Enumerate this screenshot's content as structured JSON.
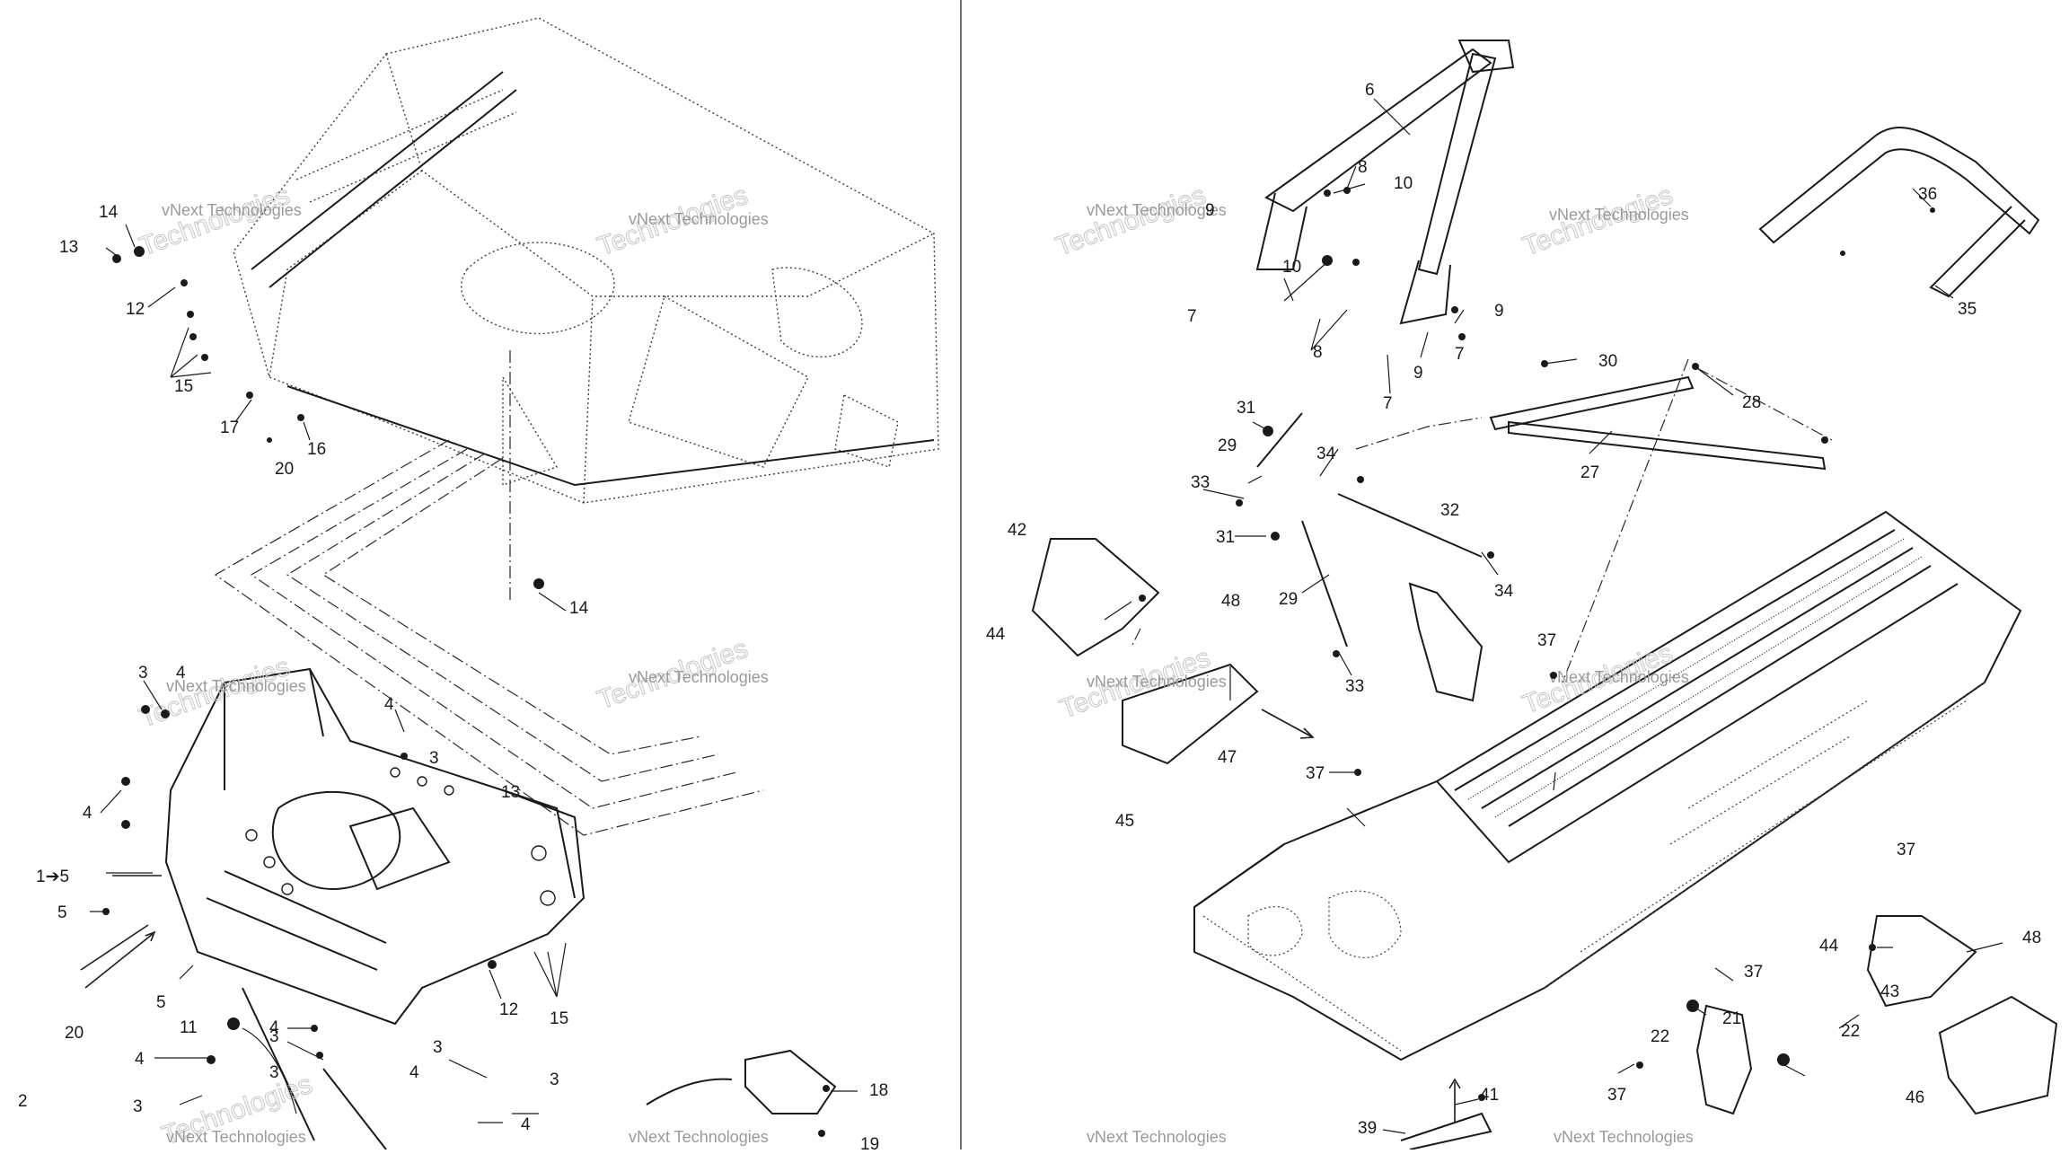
{
  "watermark": {
    "line1": "vNext Technologies",
    "line2": "Technologies"
  },
  "callouts": [
    "14",
    "13",
    "12",
    "15",
    "17",
    "16",
    "20",
    "14",
    "3",
    "4",
    "4",
    "4",
    "3",
    "13",
    "1➔5",
    "5",
    "5",
    "20",
    "12",
    "15",
    "11",
    "4",
    "4",
    "3",
    "3",
    "3",
    "2",
    "3",
    "4",
    "3",
    "4",
    "18",
    "19",
    "6",
    "8",
    "10",
    "9",
    "10",
    "7",
    "8",
    "9",
    "7",
    "9",
    "7",
    "36",
    "35",
    "30",
    "28",
    "27",
    "31",
    "29",
    "34",
    "33",
    "32",
    "31",
    "34",
    "29",
    "42",
    "44",
    "48",
    "47",
    "45",
    "33",
    "37",
    "37",
    "37",
    "44",
    "48",
    "43",
    "37",
    "22",
    "21",
    "22",
    "46",
    "37",
    "41",
    "39"
  ],
  "colors": {
    "line": "#1a1a1a",
    "dotted": "#3c3c3c",
    "watermark": "#9a9a9a",
    "divider": "#6f6f6f"
  }
}
